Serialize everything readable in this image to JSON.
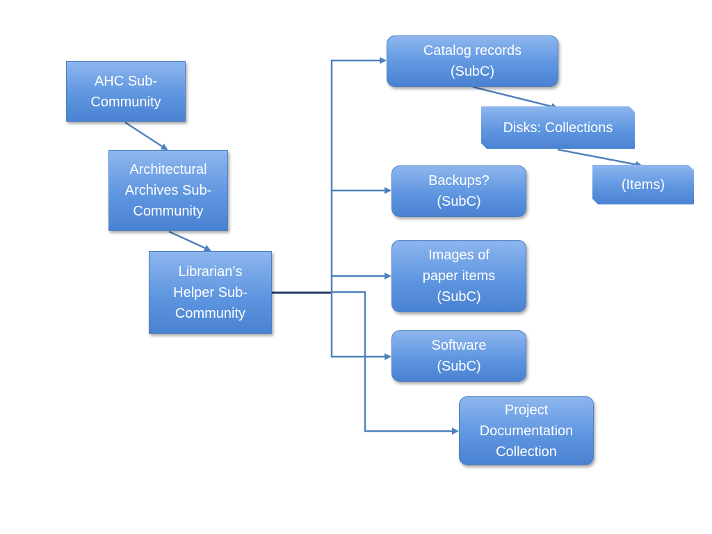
{
  "nodes": {
    "ahc": "AHC Sub-\nCommunity",
    "architectural": "Architectural\nArchives Sub-\nCommunity",
    "librarian": "Librarian’s\nHelper Sub-\nCommunity",
    "catalog": "Catalog records\n(SubC)",
    "disks": "Disks: Collections",
    "items": "(Items)",
    "backups": "Backups?\n(SubC)",
    "images": "Images of\npaper items\n(SubC)",
    "software": "Software\n(SubC)",
    "project": "Project\nDocumentation\nCollection"
  },
  "colors": {
    "node_fill": "#5f96e0",
    "connector": "#4f81bd",
    "stub": "#1f3864"
  }
}
